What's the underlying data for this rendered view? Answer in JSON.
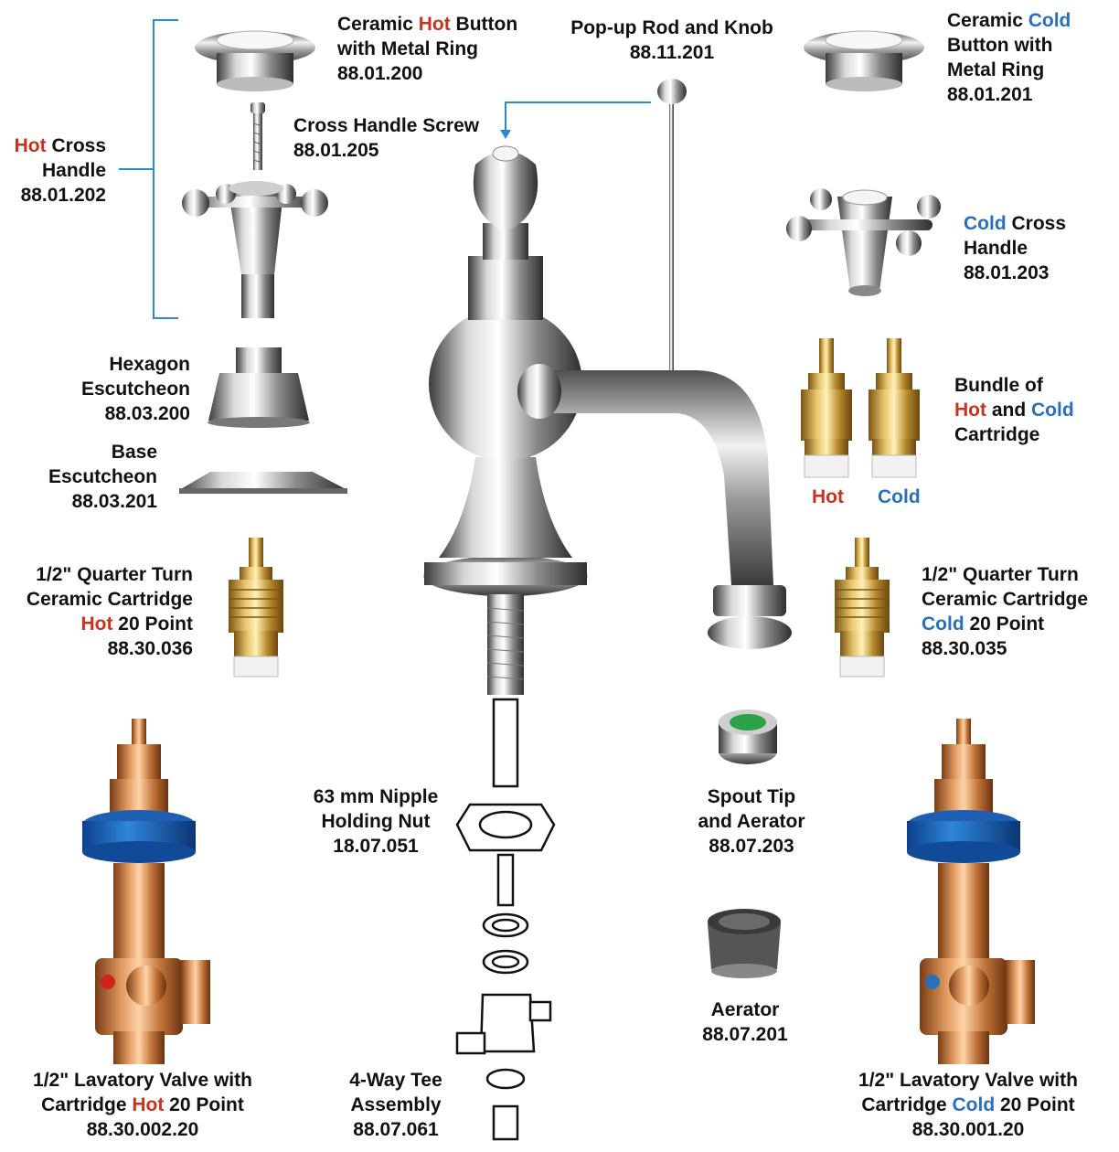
{
  "colors": {
    "hot": "#c8321e",
    "cold": "#2a6fbd",
    "leader": "#2a8ad0"
  },
  "labels": {
    "hot_button": {
      "l1a": "Ceramic ",
      "l1b": "Hot",
      "l1c": " Button",
      "l2": "with Metal Ring",
      "code": "88.01.200"
    },
    "popup_rod": {
      "l1": "Pop-up Rod and Knob",
      "code": "88.11.201"
    },
    "cold_button": {
      "l1a": "Ceramic ",
      "l1b": "Cold",
      "l2": "Button with",
      "l3": "Metal Ring",
      "code": "88.01.201"
    },
    "hot_cross": {
      "l1a": "Hot",
      "l1b": " Cross",
      "l2": "Handle",
      "code": "88.01.202"
    },
    "screw": {
      "l1": "Cross Handle Screw",
      "code": "88.01.205"
    },
    "cold_cross": {
      "l1a": "Cold",
      "l1b": " Cross",
      "l2": "Handle",
      "code": "88.01.203"
    },
    "hex_esc": {
      "l1": "Hexagon",
      "l2": "Escutcheon",
      "code": "88.03.200"
    },
    "bundle": {
      "l1": "Bundle of",
      "l2a": "Hot",
      "l2b": " and ",
      "l2c": "Cold",
      "l3": "Cartridge",
      "hot": "Hot",
      "cold": "Cold"
    },
    "base_esc": {
      "l1": "Base",
      "l2": "Escutcheon",
      "code": "88.03.201"
    },
    "qt_hot": {
      "l1": "1/2\" Quarter Turn",
      "l2": "Ceramic Cartridge",
      "l3a": "Hot",
      "l3b": " 20 Point",
      "code": "88.30.036"
    },
    "qt_cold": {
      "l1": "1/2\" Quarter Turn",
      "l2": "Ceramic Cartridge",
      "l3a": "Cold",
      "l3b": " 20 Point",
      "code": "88.30.035"
    },
    "nipple": {
      "l1": "63 mm Nipple",
      "l2": "Holding Nut",
      "code": "18.07.051"
    },
    "spout_tip": {
      "l1": "Spout Tip",
      "l2": "and Aerator",
      "code": "88.07.203"
    },
    "aerator": {
      "l1": "Aerator",
      "code": "88.07.201"
    },
    "lav_hot": {
      "l1": "1/2\" Lavatory Valve with",
      "l2a": "Cartridge ",
      "l2b": "Hot",
      "l2c": " 20 Point",
      "code": "88.30.002.20"
    },
    "tee": {
      "l1": "4-Way Tee",
      "l2": "Assembly",
      "code": "88.07.061"
    },
    "lav_cold": {
      "l1": "1/2\" Lavatory Valve with",
      "l2a": "Cartridge ",
      "l2b": "Cold",
      "l2c": " 20 Point",
      "code": "88.30.001.20"
    }
  }
}
